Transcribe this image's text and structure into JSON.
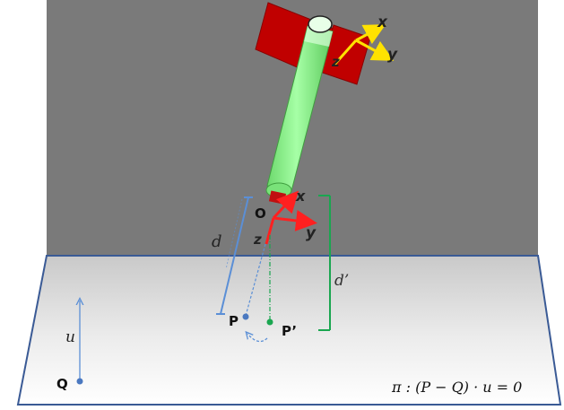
{
  "labels": {
    "tool_frame_x": "x",
    "tool_frame_y": "y",
    "tool_frame_z": "z",
    "flange_frame_x": "x",
    "flange_frame_y": "y",
    "flange_frame_z": "z",
    "origin_O": "O",
    "distance_d": "d",
    "distance_d_prime": "d’",
    "point_P": "P",
    "point_P_prime": "P’",
    "point_Q": "Q",
    "normal_u": "u",
    "plane_equation": "π :  (P − Q) · u = 0"
  },
  "colors": {
    "wall": "#7a7a7a",
    "floor_top": "#cfcfcf",
    "floor_bottom": "#ffffff",
    "floor_edge": "#3a5a95",
    "tool_body": "#8ef58e",
    "flange": "#c00000",
    "frame_tool": "#ffe200",
    "frame_origin": "#ff2020",
    "blue_annotation": "#5b8fd6",
    "green_annotation": "#1aa650"
  }
}
